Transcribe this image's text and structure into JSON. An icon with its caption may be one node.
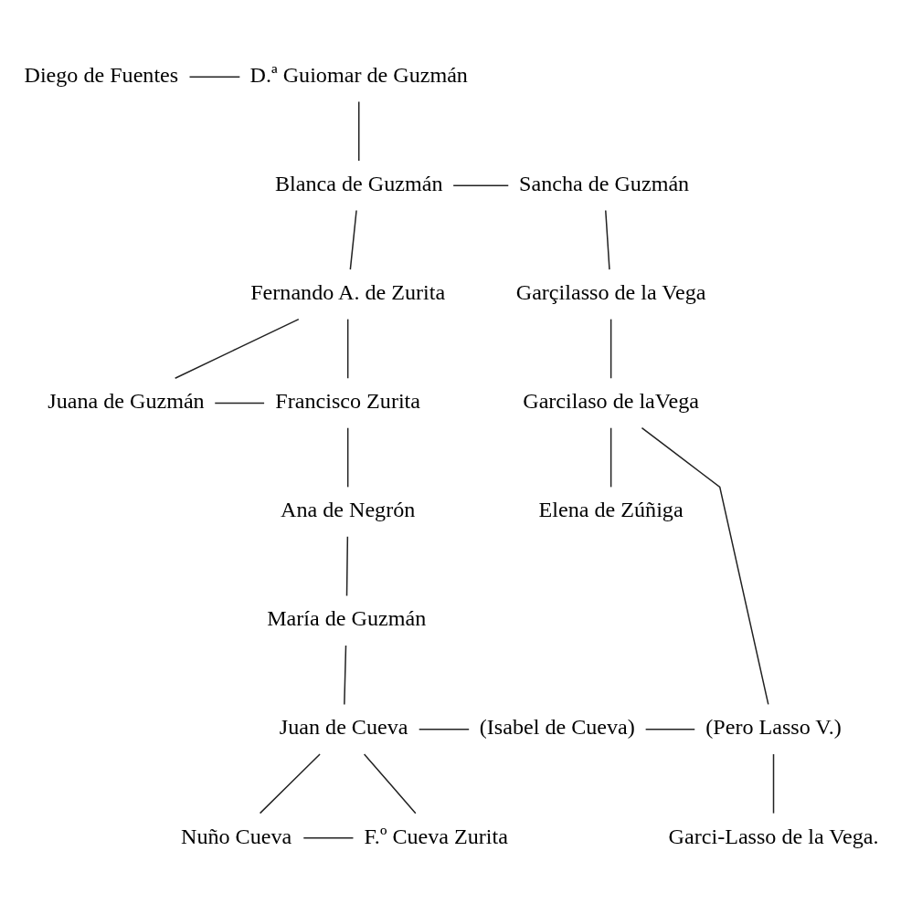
{
  "diagram": {
    "nodes": [
      {
        "text": [
          "Diego de Fuentes"
        ]
      },
      {
        "text": [
          "D.ª Guiomar de Guzmán"
        ]
      },
      {
        "text": [
          "Blanca de Guzmán"
        ]
      },
      {
        "text": [
          "Sancha de Guzmán"
        ]
      },
      {
        "text": [
          "Fernando A. de Zurita"
        ]
      },
      {
        "text": [
          "Garçilasso de la Vega"
        ]
      },
      {
        "text": [
          "Juana de Guzmán"
        ]
      },
      {
        "text": [
          "Francisco Zurita"
        ]
      },
      {
        "text": [
          "Garcilaso de laVega"
        ]
      },
      {
        "text": [
          "Ana de Negrón"
        ]
      },
      {
        "text": [
          "Elena de Zúñiga"
        ]
      },
      {
        "text": [
          "María de Guzmán"
        ]
      },
      {
        "text": [
          "Juan de Cueva"
        ]
      },
      {
        "text": [
          "(Isabel de Cueva)"
        ]
      },
      {
        "text": [
          "(Pero Lasso V.)"
        ]
      },
      {
        "text": [
          "Nuño Cueva"
        ]
      },
      {
        "text": [
          "F.º Cueva Zurita"
        ]
      },
      {
        "text": [
          "Garci-Lasso de la Vega."
        ]
      }
    ],
    "edges": [
      {
        "from": 0,
        "to": 1,
        "arrow": "none"
      },
      {
        "from": 1,
        "to": 2,
        "arrow": "none"
      },
      {
        "from": 2,
        "to": 3,
        "arrow": "none"
      },
      {
        "from": 2,
        "to": 4,
        "arrow": "none"
      },
      {
        "from": 3,
        "to": 5,
        "arrow": "none"
      },
      {
        "from": 4,
        "to": 6,
        "arrow": "none"
      },
      {
        "from": 4,
        "to": 7,
        "arrow": "none"
      },
      {
        "from": 6,
        "to": 7,
        "arrow": "none"
      },
      {
        "from": 5,
        "to": 8,
        "arrow": "none"
      },
      {
        "from": 7,
        "to": 9,
        "arrow": "none"
      },
      {
        "from": 8,
        "to": 10,
        "arrow": "none"
      },
      {
        "from": 9,
        "to": 11,
        "arrow": "none"
      },
      {
        "from": 11,
        "to": 12,
        "arrow": "none"
      },
      {
        "from": 12,
        "to": 13,
        "arrow": "none"
      },
      {
        "from": 13,
        "to": 14,
        "arrow": "none"
      },
      {
        "from": 8,
        "to": 14,
        "arrow": "none"
      },
      {
        "from": 14,
        "to": 17,
        "arrow": "none"
      },
      {
        "from": 12,
        "to": 15,
        "arrow": "none"
      },
      {
        "from": 12,
        "to": 16,
        "arrow": "none"
      },
      {
        "from": 15,
        "to": 16,
        "arrow": "none"
      }
    ]
  }
}
